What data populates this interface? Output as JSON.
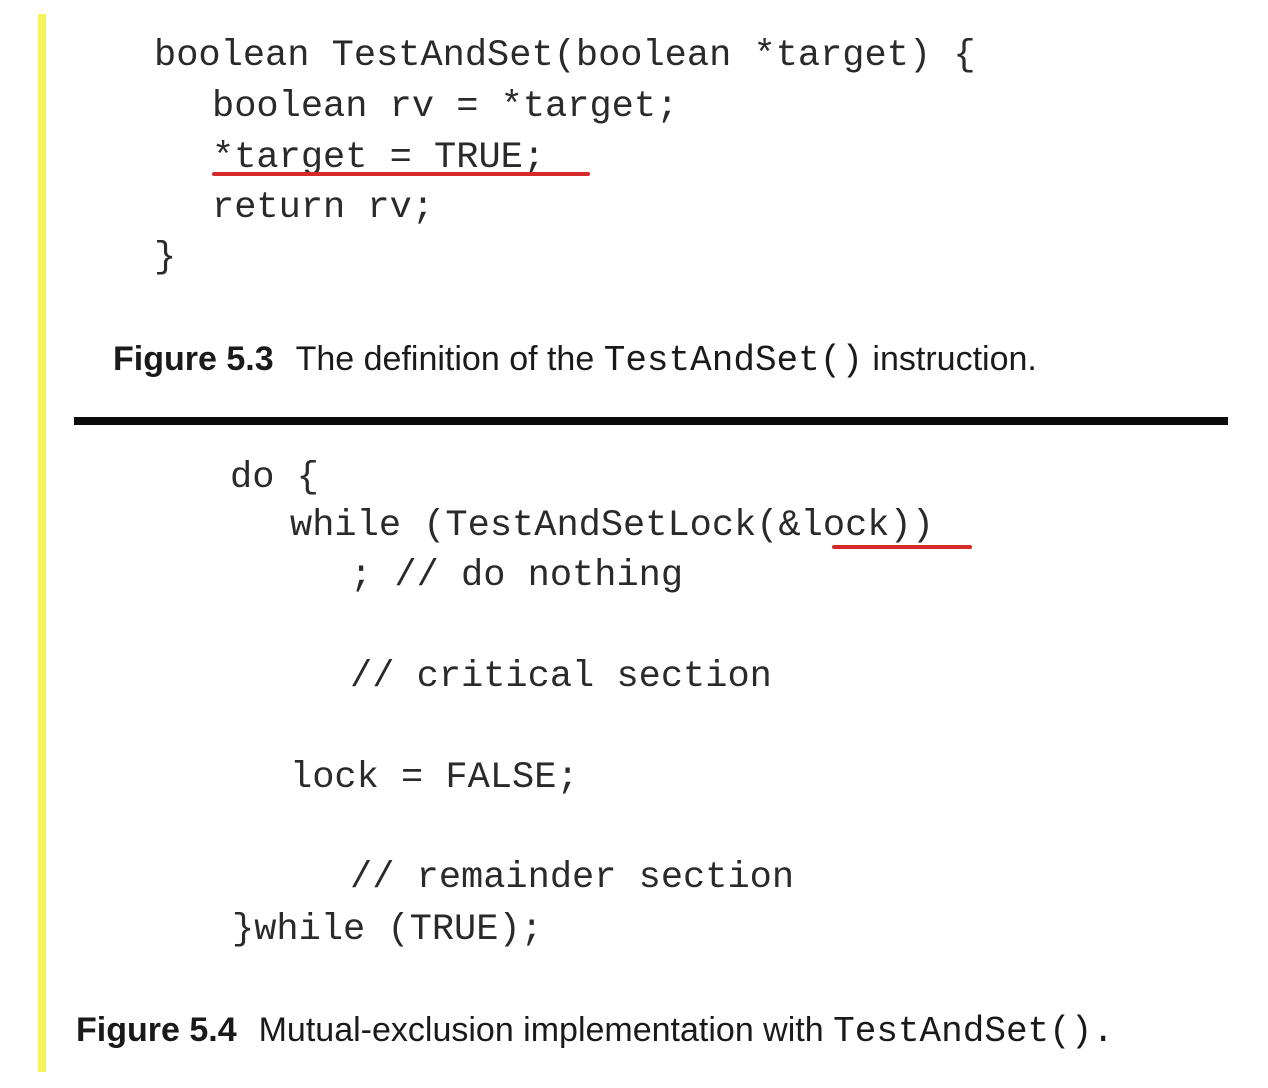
{
  "figure_5_3": {
    "code_lines": [
      "boolean TestAndSet(boolean *target) {",
      "boolean rv = *target;",
      "*target = TRUE;",
      "return rv;",
      "}"
    ],
    "caption_number": "Figure 5.3",
    "caption_text_before": "The definition of the",
    "caption_code": "TestAndSet()",
    "caption_text_after": "instruction."
  },
  "figure_5_4": {
    "code_lines": [
      "do {",
      "while (TestAndSetLock(&lock))",
      "; // do nothing",
      "// critical section",
      "lock = FALSE;",
      "// remainder section",
      "}while (TRUE);"
    ],
    "caption_number": "Figure 5.4",
    "caption_text_before": "Mutual-exclusion implementation with",
    "caption_code": "TestAndSet()."
  },
  "colors": {
    "highlight_bar": "#f6f25a",
    "annotation_underline": "#d62a2a",
    "rule": "#0b0b0b"
  }
}
